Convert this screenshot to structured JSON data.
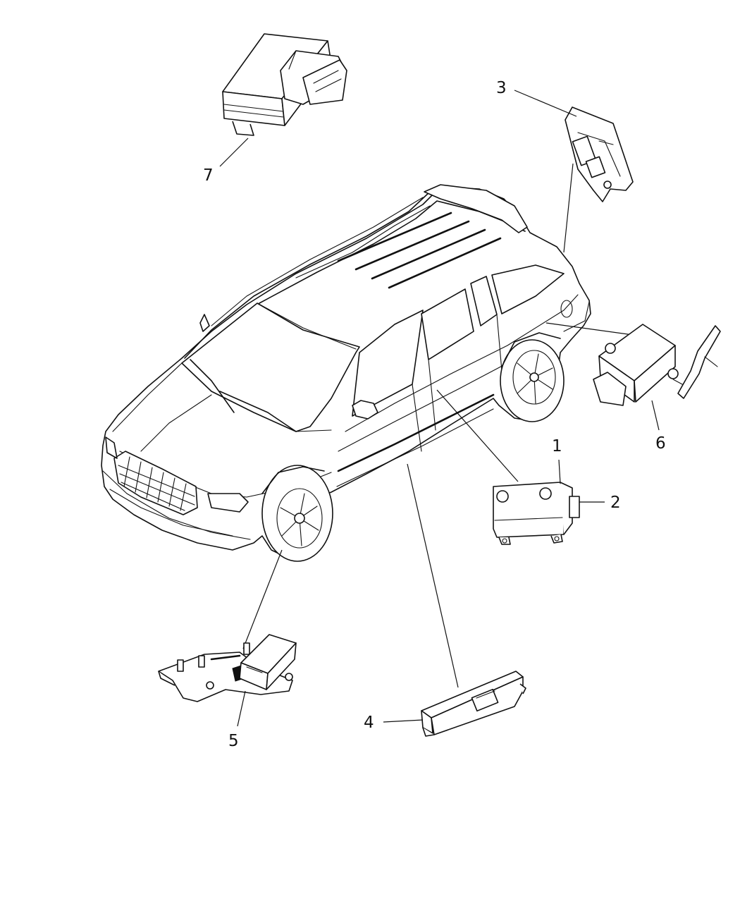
{
  "diagram": {
    "callouts": [
      {
        "id": "1",
        "text": "1",
        "part": "module-1"
      },
      {
        "id": "2",
        "text": "2",
        "part": "module-1"
      },
      {
        "id": "3",
        "text": "3",
        "part": "module-3"
      },
      {
        "id": "4",
        "text": "4",
        "part": "module-4"
      },
      {
        "id": "5",
        "text": "5",
        "part": "module-5"
      },
      {
        "id": "6",
        "text": "6",
        "part": "module-6"
      },
      {
        "id": "7",
        "text": "7",
        "part": "module-7"
      }
    ]
  }
}
